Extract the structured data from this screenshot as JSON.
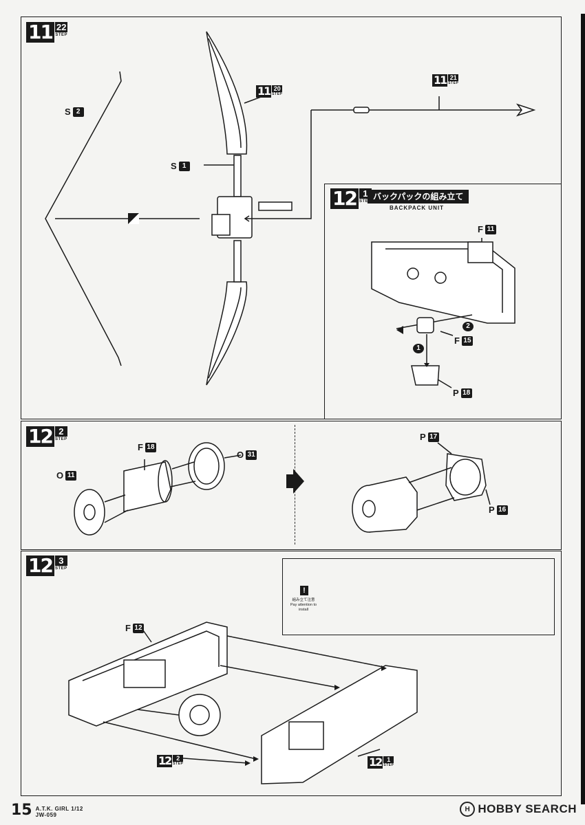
{
  "steps": {
    "s11_22": {
      "main": "11",
      "num": "22",
      "word": "STEP"
    },
    "s11_20": {
      "main": "11",
      "num": "20",
      "word": "STEP"
    },
    "s11_21": {
      "main": "11",
      "num": "21",
      "word": "STEP"
    },
    "s12_1": {
      "main": "12",
      "num": "1",
      "word": "STEP",
      "title_jp": "バックパックの組み立て",
      "title_en": "BACKPACK UNIT"
    },
    "s12_2": {
      "main": "12",
      "num": "2",
      "word": "STEP"
    },
    "s12_3": {
      "main": "12",
      "num": "3",
      "word": "STEP"
    },
    "ref12_2": {
      "main": "12",
      "num": "2",
      "word": "STEP"
    },
    "ref12_1": {
      "main": "12",
      "num": "1",
      "word": "STEP"
    }
  },
  "parts": {
    "s2": {
      "letter": "S",
      "num": "2"
    },
    "s1": {
      "letter": "S",
      "num": "1"
    },
    "f11": {
      "letter": "F",
      "num": "11"
    },
    "f15": {
      "letter": "F",
      "num": "15"
    },
    "p18": {
      "letter": "P",
      "num": "18"
    },
    "f18": {
      "letter": "F",
      "num": "18"
    },
    "o31": {
      "letter": "O",
      "num": "31"
    },
    "o11": {
      "letter": "O",
      "num": "11"
    },
    "p17": {
      "letter": "P",
      "num": "17"
    },
    "p16": {
      "letter": "P",
      "num": "16"
    },
    "f12": {
      "letter": "F",
      "num": "12"
    }
  },
  "markers": {
    "one": "1",
    "two": "2"
  },
  "notice": {
    "icon": "!",
    "jp": "組み立て注意",
    "en": "Pay attention to install"
  },
  "footer": {
    "page": "15",
    "title": "A.T.K. GIRL 1/12",
    "code": "JW-059"
  },
  "watermark": {
    "logo": "H",
    "text": "HOBBY SEARCH"
  },
  "colors": {
    "ink": "#1a1a1a",
    "paper": "#f4f4f2"
  }
}
